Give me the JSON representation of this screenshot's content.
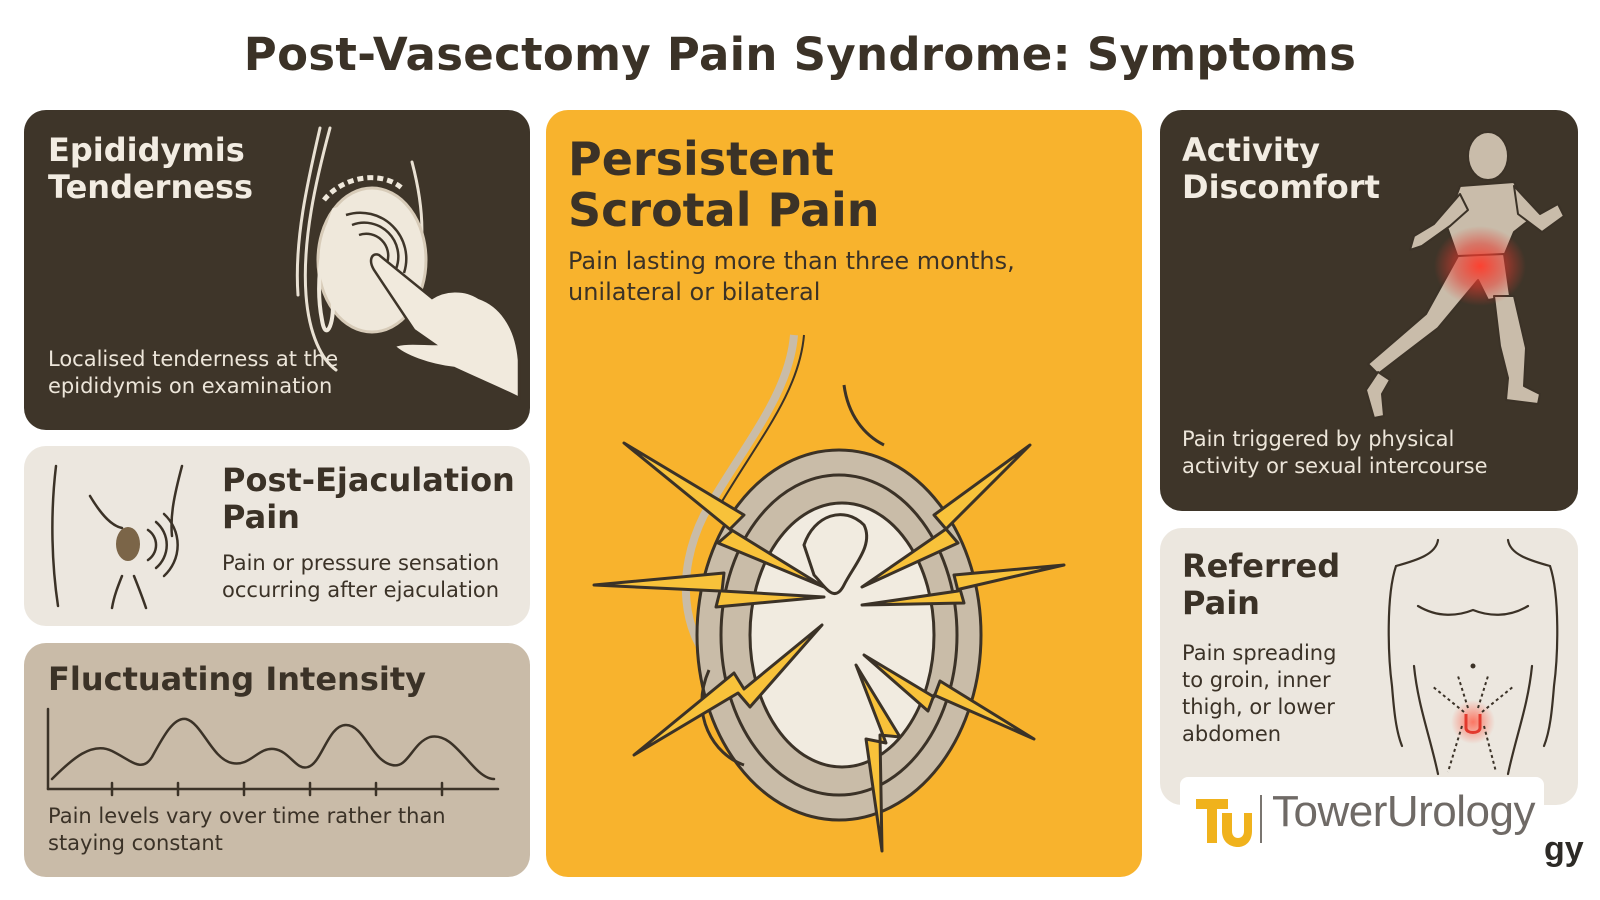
{
  "page_title": "Post-Vasectomy Pain Syndrome: Symptoms",
  "cards": {
    "epididymis": {
      "title_line1": "Epididymis",
      "title_line2": "Tenderness",
      "desc_line1": "Localised tenderness at the",
      "desc_line2": "epididymis on examination"
    },
    "post_ejaculation": {
      "title_line1": "Post-Ejaculation",
      "title_line2": "Pain",
      "desc_line1": "Pain or pressure sensation",
      "desc_line2": "occurring after ejaculation"
    },
    "fluctuating": {
      "title": "Fluctuating Intensity",
      "desc_line1": "Pain levels vary over time rather than",
      "desc_line2": "staying constant"
    },
    "persistent": {
      "title_line1": "Persistent",
      "title_line2": "Scrotal Pain",
      "desc_line1": "Pain lasting more than three months,",
      "desc_line2": "unilateral or bilateral"
    },
    "activity": {
      "title_line1": "Activity",
      "title_line2": "Discomfort",
      "desc_line1": "Pain triggered by physical",
      "desc_line2": "activity or sexual intercourse"
    },
    "referred": {
      "title_line1": "Referred",
      "title_line2": "Pain",
      "desc_line1": "Pain spreading",
      "desc_line2": "to groin, inner",
      "desc_line3": "thigh, or lower",
      "desc_line4": "abdomen"
    }
  },
  "logo": {
    "mark": "TU",
    "brand": "TowerUrology",
    "tail": "gy"
  },
  "colors": {
    "dark_card": "#3e3529",
    "light_card": "#ece7df",
    "tan_card": "#c9bba8",
    "accent_yellow": "#f8b32d",
    "pain_red": "#e23a2e"
  }
}
